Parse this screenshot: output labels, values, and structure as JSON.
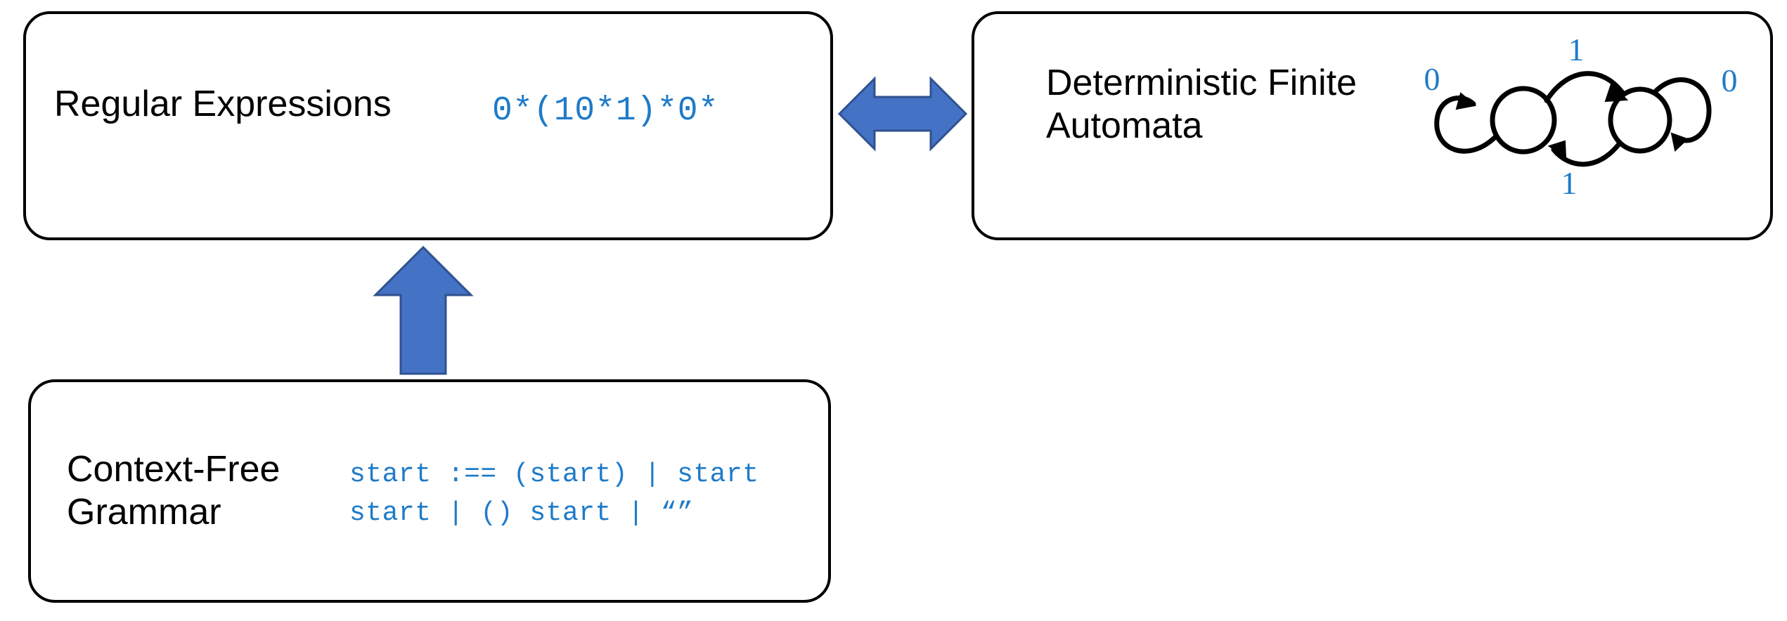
{
  "diagram": {
    "title": "Chomsky hierarchy equivalences",
    "accent_blue": "#1F7BC8",
    "arrow_fill": "#4472C4",
    "arrow_stroke": "#2F528F",
    "box_stroke": "#000000"
  },
  "boxes": {
    "regex": {
      "label": "Regular Expressions",
      "code": "0*(10*1)*0*"
    },
    "dfa": {
      "label": "Deterministic Finite\nAutomata"
    },
    "cfg": {
      "label": "Context-Free\nGrammar",
      "code": "start :== (start) | start\nstart | () start | “”"
    }
  },
  "arrows": {
    "regex_dfa": {
      "name": "bidirectional-arrow",
      "direction": "both",
      "from": "Regular Expressions",
      "to": "Deterministic Finite Automata"
    },
    "cfg_regex": {
      "name": "up-arrow",
      "direction": "up",
      "from": "Context-Free Grammar",
      "to": "Regular Expressions"
    }
  },
  "automaton": {
    "type": "dfa",
    "alphabet": [
      "0",
      "1"
    ],
    "states": [
      "q0",
      "q1"
    ],
    "start_state": "q0",
    "transitions": [
      {
        "from": "q0",
        "to": "q0",
        "symbol": "0",
        "kind": "self-loop",
        "label_position": "left"
      },
      {
        "from": "q0",
        "to": "q1",
        "symbol": "1",
        "kind": "edge",
        "label_position": "top"
      },
      {
        "from": "q1",
        "to": "q0",
        "symbol": "1",
        "kind": "edge",
        "label_position": "bottom"
      },
      {
        "from": "q1",
        "to": "q1",
        "symbol": "0",
        "kind": "self-loop",
        "label_position": "right"
      }
    ],
    "labels": {
      "left_loop": "0",
      "top_edge": "1",
      "bottom_edge": "1",
      "right_loop": "0"
    }
  }
}
